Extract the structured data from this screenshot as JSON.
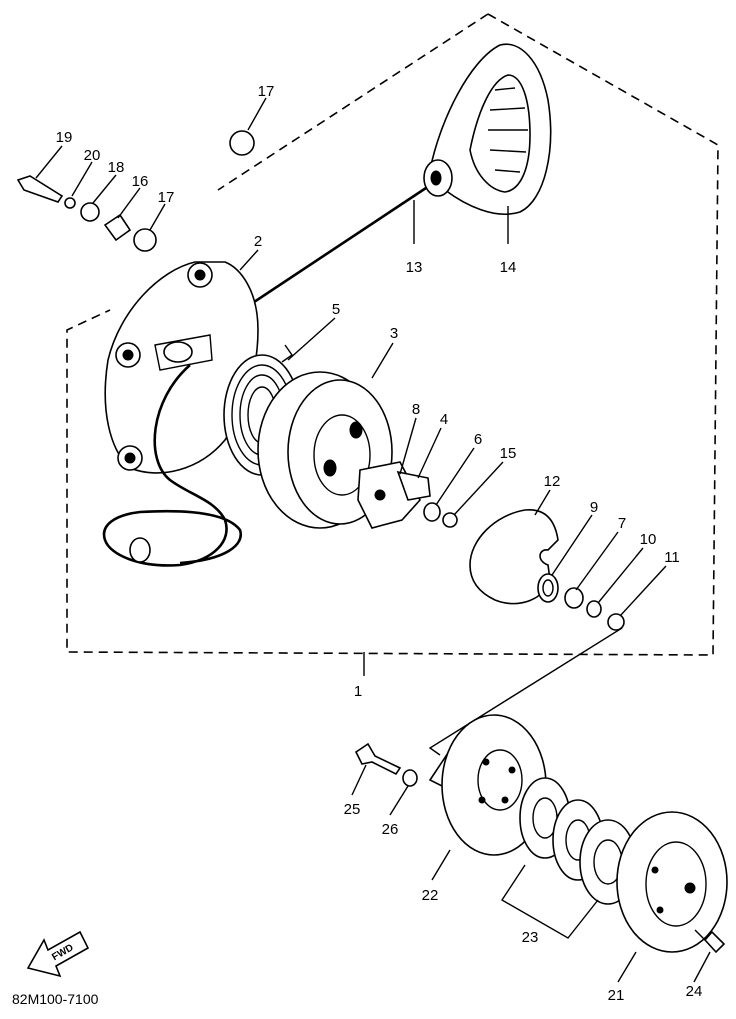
{
  "diagram": {
    "labels": [
      {
        "id": "1",
        "text": "1"
      },
      {
        "id": "2",
        "text": "2"
      },
      {
        "id": "3",
        "text": "3"
      },
      {
        "id": "4",
        "text": "4"
      },
      {
        "id": "5",
        "text": "5"
      },
      {
        "id": "6",
        "text": "6"
      },
      {
        "id": "7",
        "text": "7"
      },
      {
        "id": "8",
        "text": "8"
      },
      {
        "id": "9",
        "text": "9"
      },
      {
        "id": "10",
        "text": "10"
      },
      {
        "id": "11",
        "text": "11"
      },
      {
        "id": "12",
        "text": "12"
      },
      {
        "id": "13",
        "text": "13"
      },
      {
        "id": "14",
        "text": "14"
      },
      {
        "id": "15",
        "text": "15"
      },
      {
        "id": "16",
        "text": "16"
      },
      {
        "id": "17a",
        "text": "17"
      },
      {
        "id": "17b",
        "text": "17"
      },
      {
        "id": "18",
        "text": "18"
      },
      {
        "id": "19",
        "text": "19"
      },
      {
        "id": "20",
        "text": "20"
      },
      {
        "id": "21",
        "text": "21"
      },
      {
        "id": "22",
        "text": "22"
      },
      {
        "id": "23",
        "text": "23"
      },
      {
        "id": "24",
        "text": "24"
      },
      {
        "id": "25",
        "text": "25"
      },
      {
        "id": "26",
        "text": "26"
      }
    ],
    "fwd_label": "FWD",
    "drawing_code": "82M100-7100"
  }
}
